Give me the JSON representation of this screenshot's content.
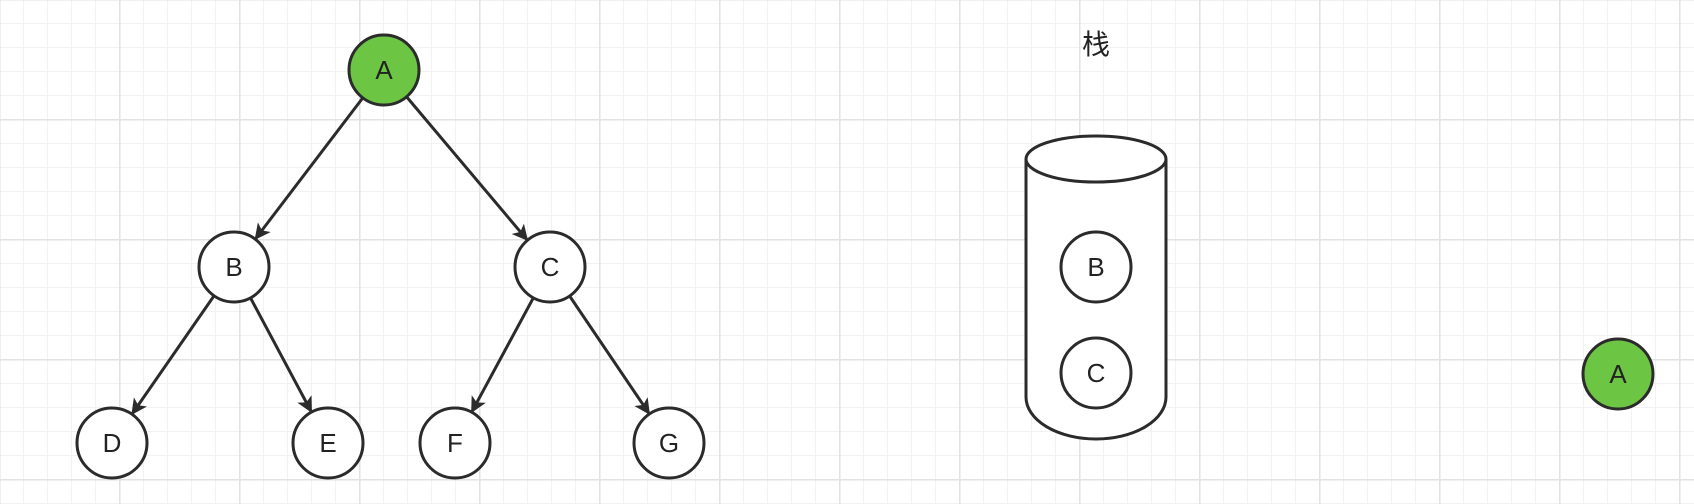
{
  "colors": {
    "node_fill": "#ffffff",
    "highlight_fill": "#6cc644",
    "stroke": "#2b2b2b"
  },
  "tree": {
    "nodes": [
      {
        "id": "A",
        "label": "A",
        "highlighted": true
      },
      {
        "id": "B",
        "label": "B",
        "highlighted": false
      },
      {
        "id": "C",
        "label": "C",
        "highlighted": false
      },
      {
        "id": "D",
        "label": "D",
        "highlighted": false
      },
      {
        "id": "E",
        "label": "E",
        "highlighted": false
      },
      {
        "id": "F",
        "label": "F",
        "highlighted": false
      },
      {
        "id": "G",
        "label": "G",
        "highlighted": false
      }
    ],
    "edges": [
      {
        "from": "A",
        "to": "B"
      },
      {
        "from": "A",
        "to": "C"
      },
      {
        "from": "B",
        "to": "D"
      },
      {
        "from": "B",
        "to": "E"
      },
      {
        "from": "C",
        "to": "F"
      },
      {
        "from": "C",
        "to": "G"
      }
    ]
  },
  "stack": {
    "title": "栈",
    "items": [
      {
        "label": "B"
      },
      {
        "label": "C"
      }
    ]
  },
  "output": {
    "items": [
      {
        "label": "A",
        "highlighted": true
      }
    ]
  }
}
